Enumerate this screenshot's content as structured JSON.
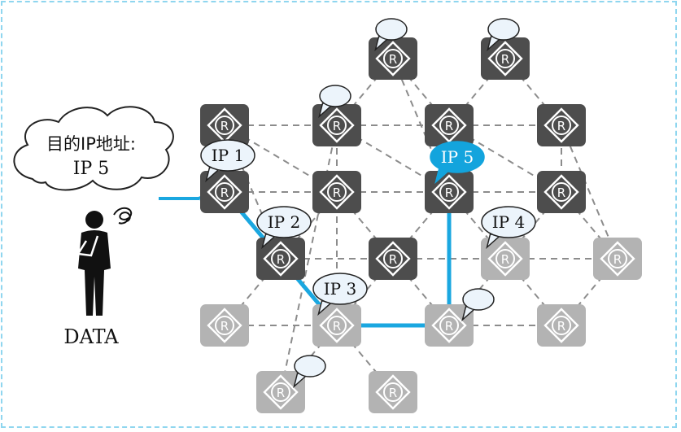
{
  "thought_cloud": {
    "line1": "目的IP地址:",
    "line2": "IP 5"
  },
  "person": {
    "caption": "DATA"
  },
  "routers": [
    {
      "id": "r1",
      "col": 3,
      "row": 0,
      "state": "dark",
      "bubble": "empty-top-left"
    },
    {
      "id": "r2",
      "col": 5,
      "row": 0,
      "state": "dark",
      "bubble": "empty-top-left"
    },
    {
      "id": "r3",
      "col": 0,
      "row": 1,
      "state": "dark"
    },
    {
      "id": "r4",
      "col": 2,
      "row": 1,
      "state": "dark",
      "bubble": "empty-top-left"
    },
    {
      "id": "r5",
      "col": 4,
      "row": 1,
      "state": "dark"
    },
    {
      "id": "r6",
      "col": 6,
      "row": 1,
      "state": "dark"
    },
    {
      "id": "r7",
      "col": 0,
      "row": 2,
      "state": "dark",
      "label": "IP 1"
    },
    {
      "id": "r8",
      "col": 2,
      "row": 2,
      "state": "dark"
    },
    {
      "id": "r9",
      "col": 4,
      "row": 2,
      "state": "dark",
      "label": "IP 5",
      "highlight": true
    },
    {
      "id": "r10",
      "col": 6,
      "row": 2,
      "state": "dark"
    },
    {
      "id": "r11",
      "col": 1,
      "row": 3,
      "state": "dark",
      "label": "IP 2"
    },
    {
      "id": "r12",
      "col": 3,
      "row": 3,
      "state": "dark"
    },
    {
      "id": "r13",
      "col": 5,
      "row": 3,
      "state": "light",
      "label": "IP 4"
    },
    {
      "id": "r14",
      "col": 7,
      "row": 3,
      "state": "light"
    },
    {
      "id": "r15",
      "col": 0,
      "row": 4,
      "state": "light"
    },
    {
      "id": "r16",
      "col": 2,
      "row": 4,
      "state": "light",
      "label": "IP 3"
    },
    {
      "id": "r17",
      "col": 4,
      "row": 4,
      "state": "light",
      "bubble": "empty-top-right"
    },
    {
      "id": "r18",
      "col": 6,
      "row": 4,
      "state": "light"
    },
    {
      "id": "r19",
      "col": 1,
      "row": 5,
      "state": "light",
      "bubble": "empty-top-right"
    },
    {
      "id": "r20",
      "col": 3,
      "row": 5,
      "state": "light"
    }
  ],
  "router_icon_letter": "R",
  "links": [
    [
      "r1",
      "r4"
    ],
    [
      "r1",
      "r5"
    ],
    [
      "r2",
      "r5"
    ],
    [
      "r3",
      "r4"
    ],
    [
      "r4",
      "r5"
    ],
    [
      "r5",
      "r6"
    ],
    [
      "r3",
      "r8"
    ],
    [
      "r4",
      "r8"
    ],
    [
      "r4",
      "r9"
    ],
    [
      "r5",
      "r9"
    ],
    [
      "r5",
      "r10"
    ],
    [
      "r6",
      "r10"
    ],
    [
      "r7",
      "r8"
    ],
    [
      "r8",
      "r9"
    ],
    [
      "r9",
      "r10"
    ],
    [
      "r7",
      "r11"
    ],
    [
      "r8",
      "r11"
    ],
    [
      "r8",
      "r12"
    ],
    [
      "r9",
      "r12"
    ],
    [
      "r9",
      "r13"
    ],
    [
      "r10",
      "r13"
    ],
    [
      "r10",
      "r14"
    ],
    [
      "r11",
      "r12"
    ],
    [
      "r12",
      "r13"
    ],
    [
      "r13",
      "r14"
    ],
    [
      "r11",
      "r15"
    ],
    [
      "r11",
      "r16"
    ],
    [
      "r12",
      "r16"
    ],
    [
      "r12",
      "r17"
    ],
    [
      "r13",
      "r17"
    ],
    [
      "r13",
      "r18"
    ],
    [
      "r14",
      "r18"
    ],
    [
      "r15",
      "r16"
    ],
    [
      "r16",
      "r17"
    ],
    [
      "r17",
      "r18"
    ],
    [
      "r16",
      "r19"
    ],
    [
      "r16",
      "r20"
    ],
    [
      "r3",
      "r11"
    ],
    [
      "r4",
      "r16"
    ],
    [
      "r4",
      "r19"
    ],
    [
      "r1",
      "r9"
    ],
    [
      "r2",
      "r6"
    ],
    [
      "r6",
      "r14"
    ]
  ],
  "path": [
    "r7",
    "r11",
    "r16",
    "r17",
    "r9"
  ],
  "colors": {
    "router_dark": "#4d4d4d",
    "router_light": "#b3b3b3",
    "link": "#8c8c8c",
    "path": "#1aa7e0",
    "bubble_fill": "#ecf4fb",
    "highlight_bubble": "#13a4dd",
    "frame": "#8fd6ef"
  }
}
